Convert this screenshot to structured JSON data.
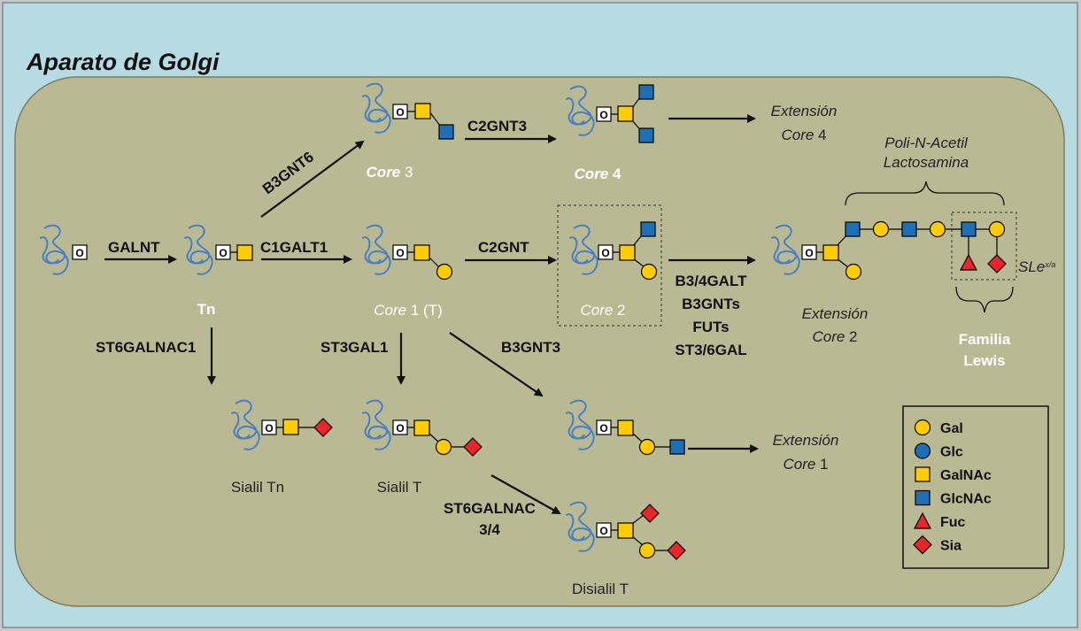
{
  "title": "Aparato de Golgi",
  "enzymes": {
    "galnt": "GALNT",
    "c1galt1": "C1GALT1",
    "b3gnt6": "B3GNT6",
    "c2gnt3": "C2GNT3",
    "c2gnt": "C2GNT",
    "st6galnac1": "ST6GALNAC1",
    "st3gal1": "ST3GAL1",
    "b3gnt3": "B3GNT3",
    "st6galnac34_line1": "ST6GALNAC",
    "st6galnac34_line2": "3/4",
    "ext_enzymes": [
      "B3/4GALT",
      "B3GNTs",
      "FUTs",
      "ST3/6GAL"
    ]
  },
  "labels": {
    "tn": "Tn",
    "core3_word": "Core",
    "core3_num": " 3",
    "core4_word": "Core",
    "core4_num": " 4",
    "core1_word": "Core",
    "core1_num": " 1 (T)",
    "core2_word": "Core",
    "core2_num": " 2",
    "sialil_tn": "Sialil Tn",
    "sialil_t": "Sialil T",
    "disialil_t": "Disialil T",
    "ext_core4_line1": "Extensión",
    "ext_core4_word": "Core",
    "ext_core4_num": " 4",
    "ext_core2_line1": "Extensión",
    "ext_core2_word": "Core",
    "ext_core2_num": " 2",
    "ext_core1_line1": "Extensión",
    "ext_core1_word": "Core",
    "ext_core1_num": " 1",
    "poli_line1": "Poli-N-Acetil",
    "poli_line2": "Lactosamina",
    "slex_base": "SLe",
    "slex_sup": "x/a",
    "familia": "Familia",
    "lewis": "Lewis",
    "o_mark": "O"
  },
  "legend": [
    {
      "name": "Gal",
      "shape": "circle",
      "color": "#ffcc00"
    },
    {
      "name": "Glc",
      "shape": "circle",
      "color": "#1f6fb5"
    },
    {
      "name": "GalNAc",
      "shape": "square",
      "color": "#ffcc00"
    },
    {
      "name": "GlcNAc",
      "shape": "square",
      "color": "#1f6fb5"
    },
    {
      "name": "Fuc",
      "shape": "triangle",
      "color": "#e8262a"
    },
    {
      "name": "Sia",
      "shape": "diamond",
      "color": "#e8262a"
    }
  ],
  "colors": {
    "background": "#b7dbe3",
    "golgi": "#b9b994",
    "protein": "#4a7fc1",
    "yellow": "#ffcc00",
    "blue": "#1f6fb5",
    "red": "#e8262a"
  }
}
